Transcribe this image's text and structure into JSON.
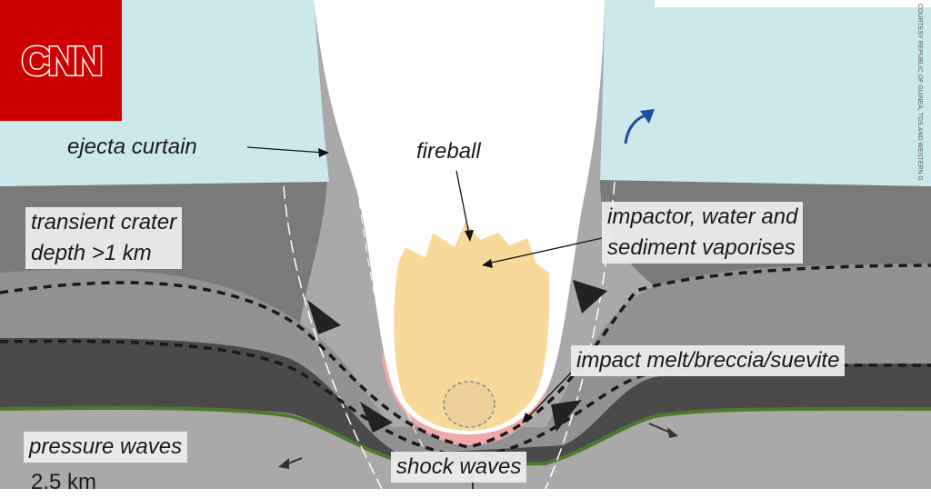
{
  "brand": {
    "logo_text": "CNN",
    "logo_bg": "#cc0000"
  },
  "labels": {
    "ejecta_curtain": "ejecta curtain",
    "fireball": "fireball",
    "transient_crater_line1": "transient crater",
    "transient_crater_line2": "depth >1 km",
    "impactor_line1": "impactor, water and",
    "impactor_line2": "sediment vaporises",
    "impact_melt": "impact melt/breccia/suevite",
    "pressure_waves": "pressure waves",
    "partial_depth": "2.5 km",
    "shock_waves": "shock waves"
  },
  "credit": "COURTESY REPUBLIC OF GUINEA, TGS AND WESTERN G",
  "colors": {
    "water": "#cde8ea",
    "upper_rock": "#777777",
    "middle_rock": "#969696",
    "dark_layer": "#4a4a4a",
    "lower_rock": "#aaaaaa",
    "fireball": "#ffffff",
    "vapor": "#f8d99a",
    "melt": "#f0a8a8",
    "green_boundary": "#4e7a2e",
    "arrow_blue": "#1f4fa0"
  }
}
